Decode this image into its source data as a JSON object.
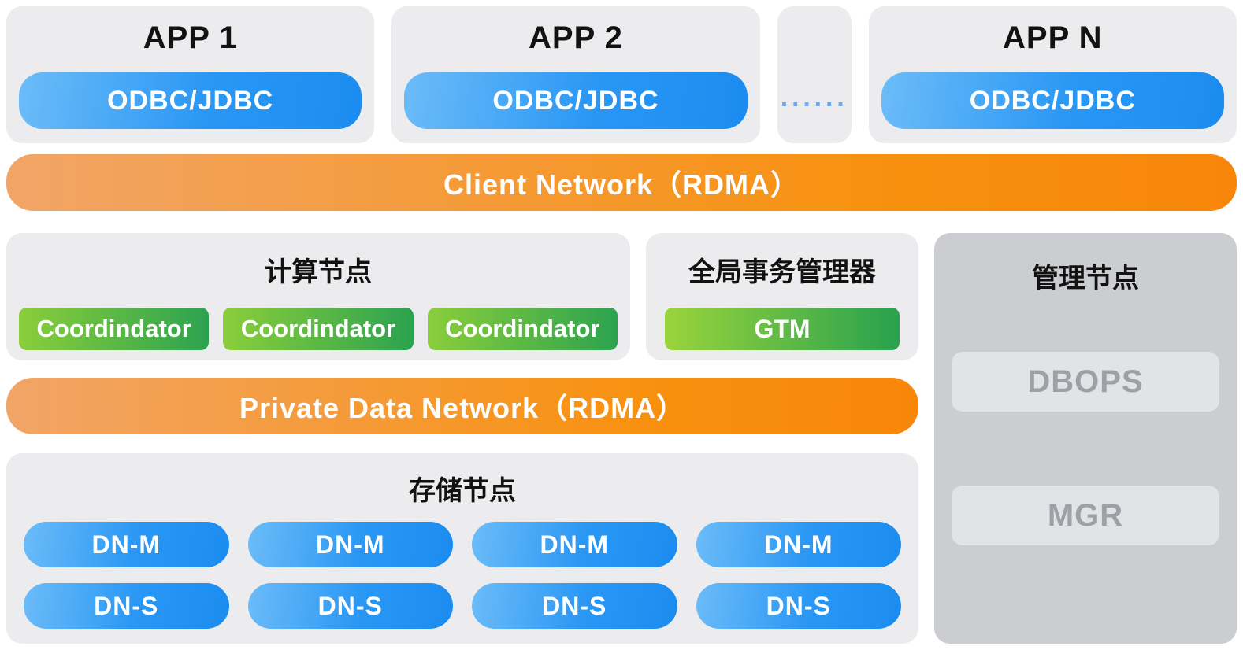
{
  "apps": [
    {
      "title": "APP 1",
      "pill": "ODBC/JDBC"
    },
    {
      "title": "APP 2",
      "pill": "ODBC/JDBC"
    },
    {
      "title": "APP N",
      "pill": "ODBC/JDBC"
    }
  ],
  "dots": "······",
  "client_network_label": "Client Network（RDMA）",
  "private_network_label": "Private Data Network（RDMA）",
  "compute": {
    "title": "计算节点",
    "pills": [
      "Coordindator",
      "Coordindator",
      "Coordindator"
    ]
  },
  "gtm": {
    "title": "全局事务管理器",
    "pill": "GTM"
  },
  "management": {
    "title": "管理节点",
    "pills": [
      "DBOPS",
      "MGR"
    ]
  },
  "storage": {
    "title": "存储节点",
    "row_master": [
      "DN-M",
      "DN-M",
      "DN-M",
      "DN-M"
    ],
    "row_slave": [
      "DN-S",
      "DN-S",
      "DN-S",
      "DN-S"
    ]
  },
  "colors": {
    "blue_gradient_start": "#6cbcf8",
    "blue_gradient_end": "#1b8cf0",
    "orange_gradient_start": "#f1a567",
    "orange_gradient_end": "#f8860a",
    "green_gradient_start": "#8bce3b",
    "green_gradient_end": "#2ca24f",
    "light_box_bg": "#ececee",
    "management_box_bg": "#cccdd0",
    "management_pill_bg": "#e2e3e6",
    "management_pill_text": "#9ea0a6",
    "dots_color": "#6fa9e9"
  }
}
